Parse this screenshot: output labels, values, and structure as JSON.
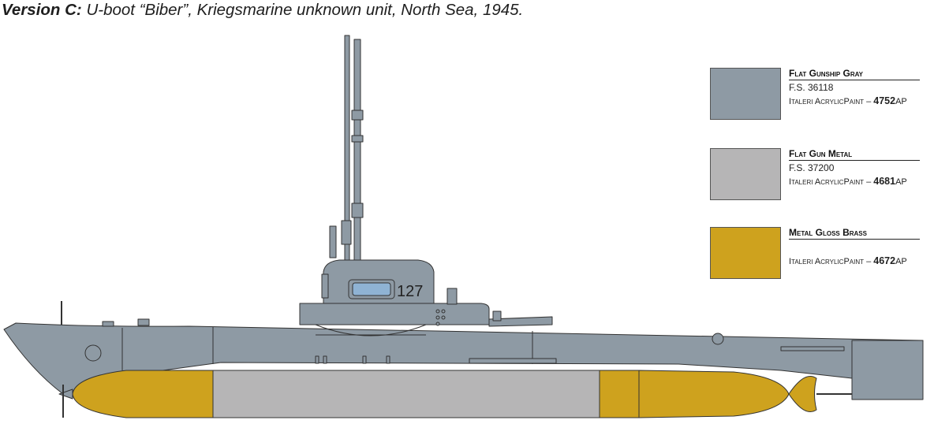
{
  "title": {
    "version": "Version C:",
    "description": "U-boot “Biber”, Kriegsmarine unknown unit, North Sea, 1945."
  },
  "hull_number": "127",
  "legend": [
    {
      "name": "Flat Gunship Gray",
      "fs": "F.S. 36118",
      "paint_prefix": "Italeri AcrylicPaint – ",
      "code_num": "4752",
      "code_suffix": "AP",
      "color": "#8e9aa4"
    },
    {
      "name": "Flat Gun Metal",
      "fs": "F.S. 37200",
      "paint_prefix": "Italeri AcrylicPaint – ",
      "code_num": "4681",
      "code_suffix": "AP",
      "color": "#b6b5b6"
    },
    {
      "name": "Metal Gloss Brass",
      "fs": "",
      "paint_prefix": "Italeri AcrylicPaint – ",
      "code_num": "4672",
      "code_suffix": "AP",
      "color": "#cea21e"
    }
  ]
}
